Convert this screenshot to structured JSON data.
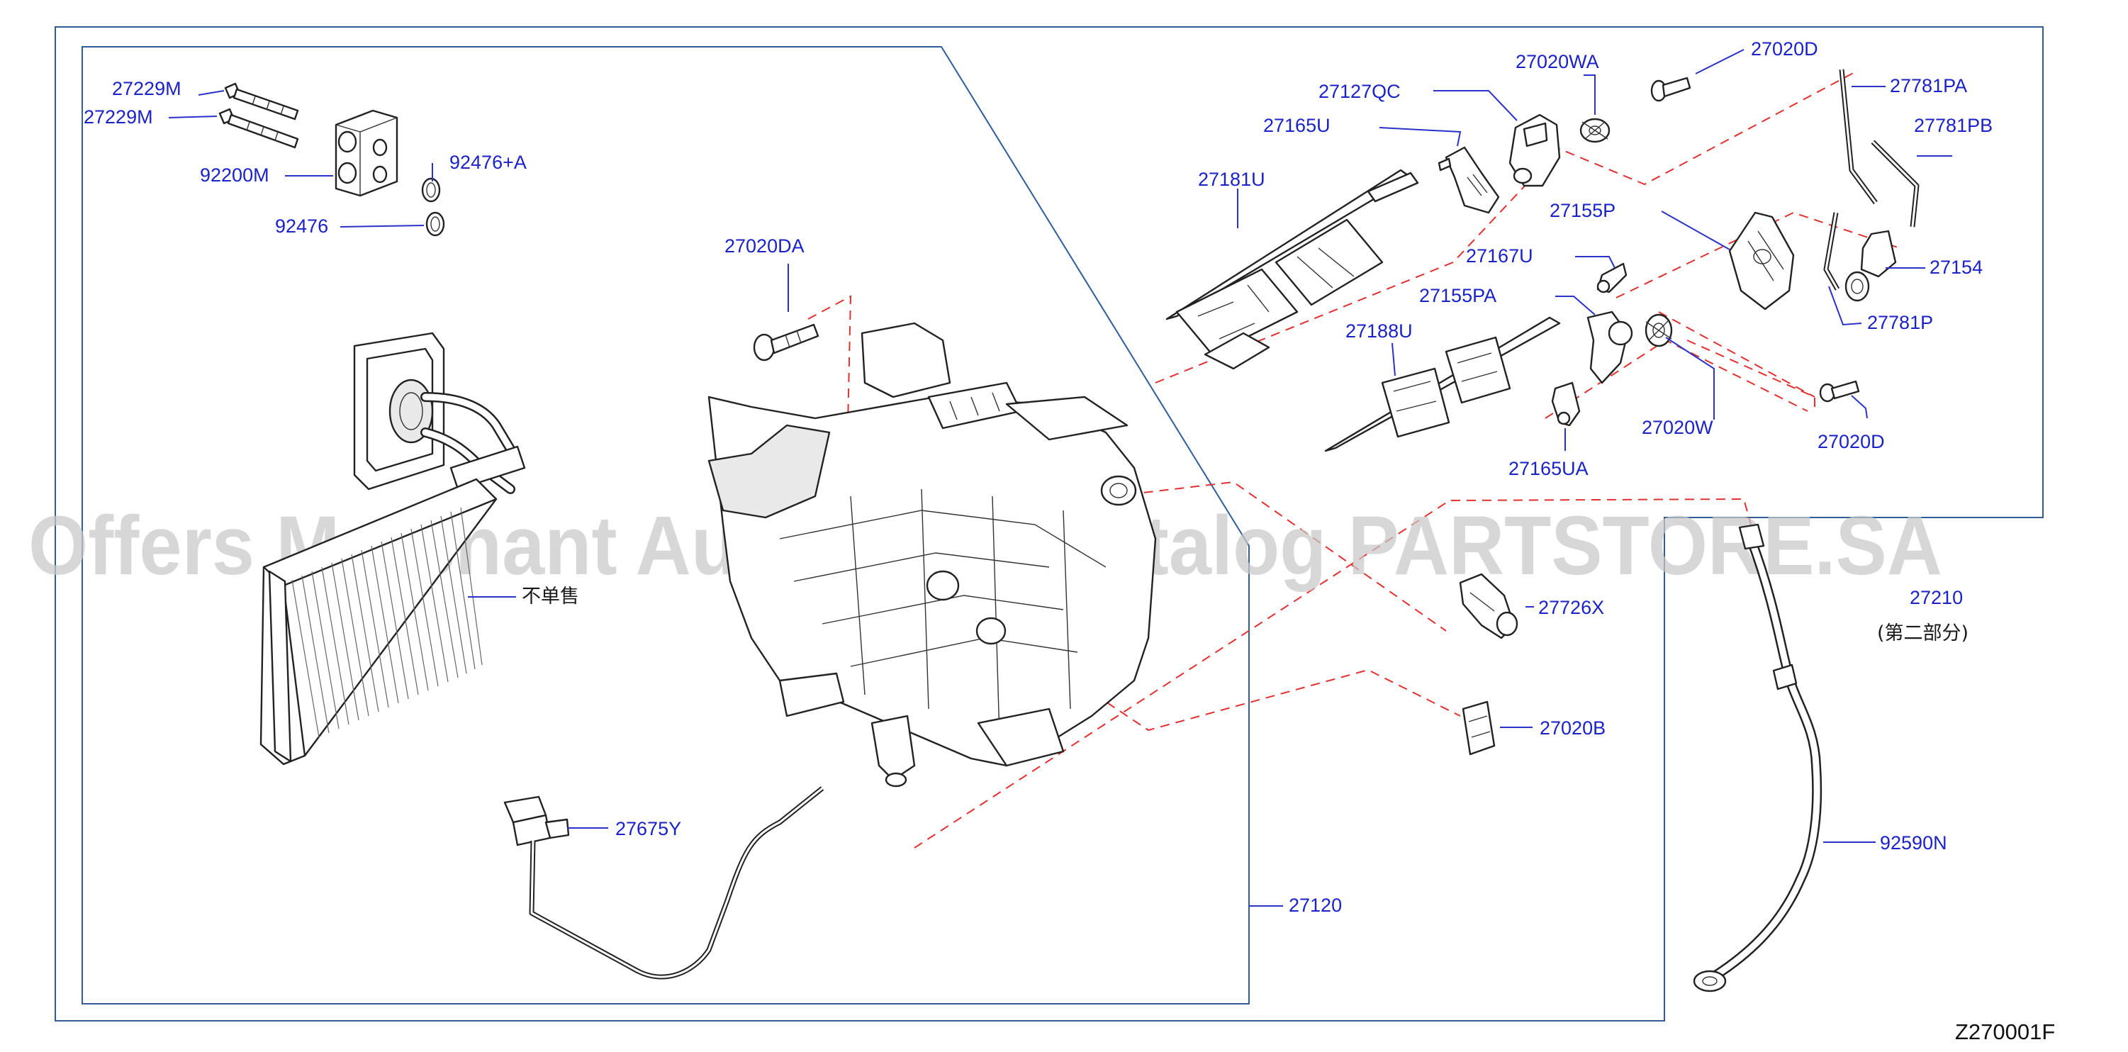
{
  "watermark": "Offers Merchant Auto Parts Catalog PARTSTORE.SA",
  "diagram_code": "Z270001F",
  "labels": {
    "p27229M_a": "27229M",
    "p27229M_b": "27229M",
    "p92200M": "92200M",
    "p92476A": "92476+A",
    "p92476": "92476",
    "p27020DA": "27020DA",
    "not_sold_separately": "不单售",
    "p27675Y": "27675Y",
    "p27120": "27120",
    "p27127QC": "27127QC",
    "p27020WA": "27020WA",
    "p27020D_top": "27020D",
    "p27781PA": "27781PA",
    "p27781PB": "27781PB",
    "p27165U": "27165U",
    "p27181U": "27181U",
    "p27155P": "27155P",
    "p27167U": "27167U",
    "p27154": "27154",
    "p27155PA": "27155PA",
    "p27188U": "27188U",
    "p27781P": "27781P",
    "p27020W": "27020W",
    "p27020D_bottom": "27020D",
    "p27165UA": "27165UA",
    "p27726X": "27726X",
    "p27020B": "27020B",
    "p27210": "27210",
    "p27210_note": "(第二部分)",
    "p92590N": "92590N"
  }
}
